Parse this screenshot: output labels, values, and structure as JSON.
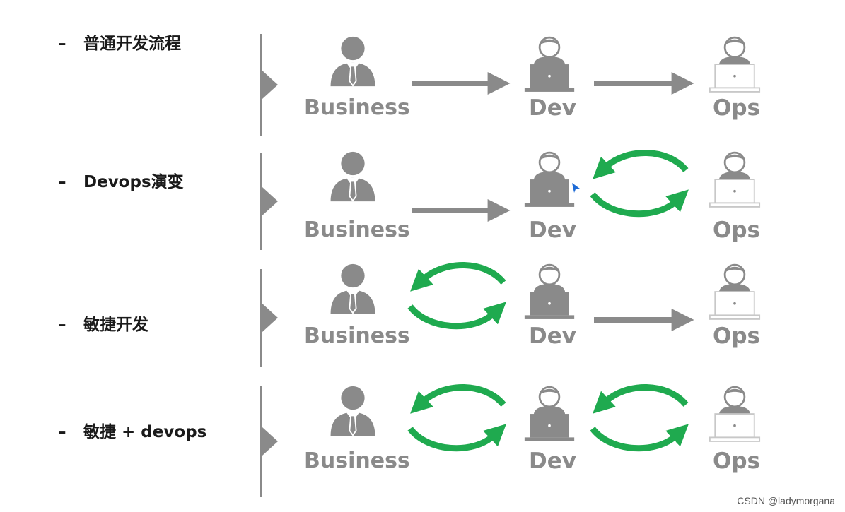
{
  "rows": [
    {
      "label": "普通开发流程",
      "actors": [
        "Business",
        "Dev",
        "Ops"
      ],
      "flows": [
        "straight",
        "straight"
      ]
    },
    {
      "label": "Devops演变",
      "actors": [
        "Business",
        "Dev",
        "Ops"
      ],
      "flows": [
        "straight",
        "cycle"
      ]
    },
    {
      "label": "敏捷开发",
      "actors": [
        "Business",
        "Dev",
        "Ops"
      ],
      "flows": [
        "cycle",
        "straight"
      ]
    },
    {
      "label": "敏捷 + devops",
      "actors": [
        "Business",
        "Dev",
        "Ops"
      ],
      "flows": [
        "cycle",
        "cycle"
      ]
    }
  ],
  "bullet": "–",
  "colors": {
    "gray": "#8a8a8a",
    "green": "#1faa4f",
    "cursor": "#1e6bd6"
  },
  "watermark": "CSDN @ladymorgana"
}
